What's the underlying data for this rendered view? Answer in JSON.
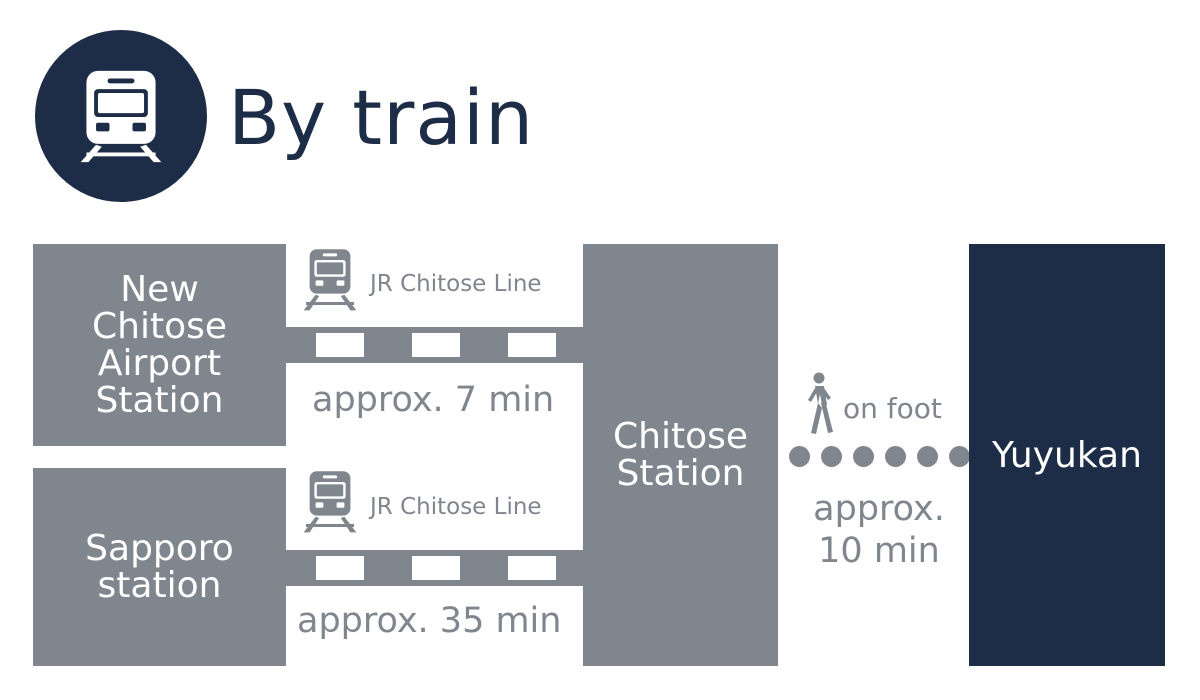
{
  "header": {
    "icon": "train-icon",
    "title": "By train"
  },
  "stations": {
    "airport": "New\nChitose\nAirport\nStation",
    "sapporo": "Sapporo\nstation",
    "chitose": "Chitose\nStation",
    "yuyukan": "Yuyukan"
  },
  "routes": [
    {
      "line": "JR Chitose Line",
      "time": "approx. 7 min",
      "icon": "train-icon"
    },
    {
      "line": "JR Chitose Line",
      "time": "approx. 35 min",
      "icon": "train-icon"
    }
  ],
  "walk": {
    "label": "on foot",
    "time": "approx.\n10 min",
    "icon": "walking-person-icon"
  },
  "colors": {
    "navy": "#1e2d47",
    "gray": "#80868d",
    "white": "#ffffff"
  }
}
